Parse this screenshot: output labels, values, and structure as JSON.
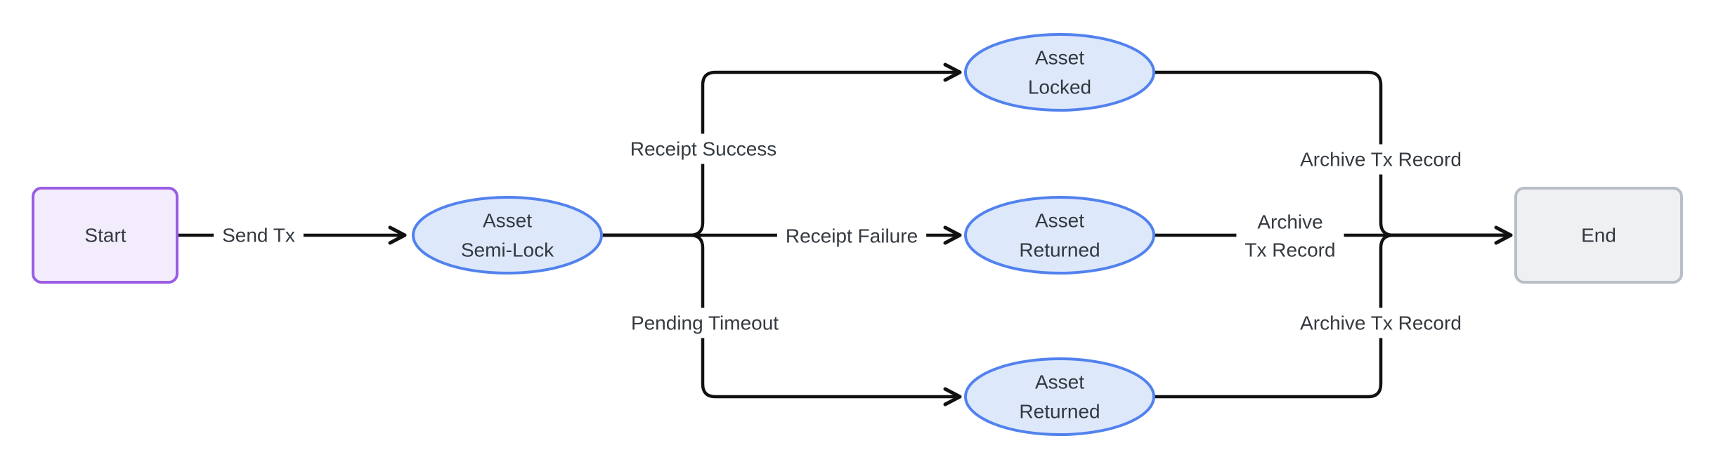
{
  "diagram": {
    "type": "flowchart-left-to-right",
    "background": "#ffffff",
    "edge_color": "#111111",
    "text_color": "#32383f",
    "nodes": {
      "start": {
        "label": "Start",
        "shape": "rounded-rect",
        "fill": "#f3ecfc",
        "stroke": "#9a5de4"
      },
      "semi_lock": {
        "lines": [
          "Asset",
          "Semi-Lock"
        ],
        "shape": "ellipse",
        "fill": "#dde8fb",
        "stroke": "#5282ee"
      },
      "locked": {
        "lines": [
          "Asset",
          "Locked"
        ],
        "shape": "ellipse",
        "fill": "#dde8fb",
        "stroke": "#5282ee"
      },
      "returned_receipt": {
        "lines": [
          "Asset",
          "Returned"
        ],
        "shape": "ellipse",
        "fill": "#dde8fb",
        "stroke": "#5282ee"
      },
      "returned_timeout": {
        "lines": [
          "Asset",
          "Returned"
        ],
        "shape": "ellipse",
        "fill": "#dde8fb",
        "stroke": "#5282ee"
      },
      "end": {
        "label": "End",
        "shape": "rounded-rect",
        "fill": "#eef0f2",
        "stroke": "#b8bec6"
      }
    },
    "edge_labels": {
      "send_tx": "Send Tx",
      "receipt_success": "Receipt Success",
      "receipt_failure": "Receipt Failure",
      "pending_timeout": "Pending Timeout",
      "archive_top": "Archive Tx Record",
      "archive_mid_lines": [
        "Archive",
        "Tx Record"
      ],
      "archive_bottom": "Archive Tx Record"
    }
  }
}
